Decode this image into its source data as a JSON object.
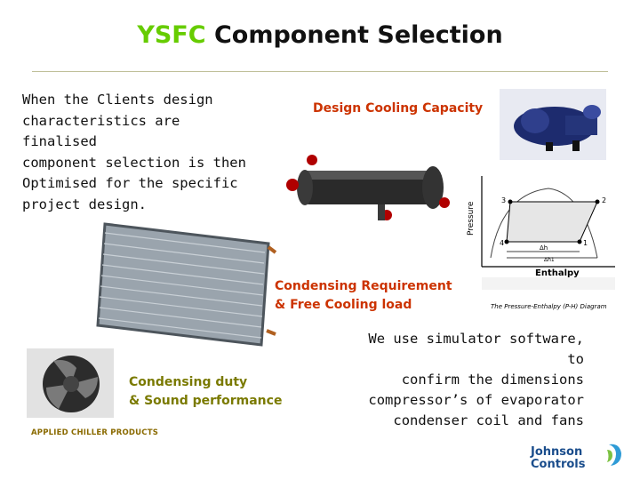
{
  "slide": {
    "title_accent": "YSFC",
    "title_rest": " Component Selection",
    "intro": "When the Clients design\ncharacteristics are finalised\ncomponent selection is then\nOptimised for the specific\nproject design.",
    "label_cooling": "Design Cooling Capacity",
    "label_condensing_req": "Condensing Requirement\n& Free Cooling load",
    "label_duty": "Condensing duty\n& Sound performance",
    "simulator_text": "We use simulator software, to\nconfirm the dimensions\ncompressor’s of evaporator\ncondenser coil and fans",
    "footer_left": "APPLIED CHILLER PRODUCTS",
    "logo_text": "Johnson\nControls"
  },
  "diagram": {
    "y_axis": "Pressure",
    "x_axis": "Enthalpy",
    "points": [
      "1",
      "2",
      "3",
      "4"
    ],
    "dh": "Δh",
    "dh1": "Δh1",
    "caption": "The Pressure-Enthalpy (P-H) Diagram"
  },
  "colors": {
    "accent": "#66cc00",
    "label_red": "#cc3300",
    "label_olive": "#7a7a00",
    "brand_blue": "#1a4d8c"
  }
}
